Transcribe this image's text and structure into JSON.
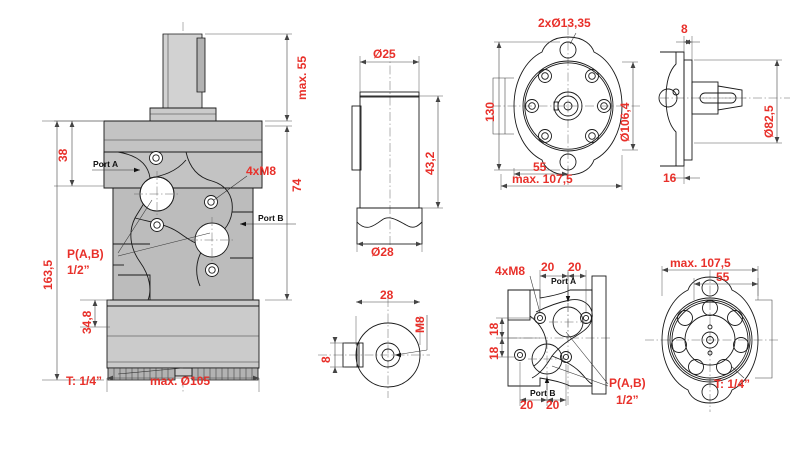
{
  "drawing": {
    "title": "Hydraulic orbital motor technical drawing",
    "background_color": "#ffffff",
    "dimension_color": "#e8302a",
    "line_color": "#1a1a1a",
    "body_color": "#c3c3c3"
  },
  "views": {
    "front": {
      "name": "front-elevation-view",
      "dimensions": {
        "max_55": "max. 55",
        "d38": "38",
        "d74": "74",
        "d163_5": "163,5",
        "d34_8": "34,8",
        "max_d105": "max. Ø105"
      },
      "labels": {
        "port_a": "Port A",
        "port_b": "Port B",
        "four_m8": "4xM8",
        "p_ab": "P(A,B)",
        "p_ab_size": "1/2”",
        "t_port": "T: 1/4”"
      }
    },
    "shaft": {
      "name": "shaft-section-view",
      "dimensions": {
        "d25": "Ø25",
        "d43_2": "43,2",
        "d28": "Ø28"
      }
    },
    "flange_top": {
      "name": "top-flange-plan-view",
      "dimensions": {
        "two_x_d13_35": "2xØ13,35",
        "d130": "130",
        "d106_4": "Ø106,4",
        "d55": "55",
        "max_107_5": "max. 107,5"
      }
    },
    "side_right": {
      "name": "right-side-section-view",
      "dimensions": {
        "d8": "8",
        "d82_5": "Ø82,5",
        "d16": "16"
      }
    },
    "shaft_end": {
      "name": "shaft-end-view",
      "dimensions": {
        "d28": "28",
        "d8": "8",
        "m8": "M8"
      }
    },
    "ports_view": {
      "name": "port-face-view",
      "dimensions": {
        "top_20_a": "20",
        "top_20_b": "20",
        "left_18_a": "18",
        "left_18_b": "18",
        "bot_20_a": "20",
        "bot_20_b": "20"
      },
      "labels": {
        "four_m8": "4xM8",
        "port_a": "Port A",
        "port_b": "Port B",
        "p_ab": "P(A,B)",
        "p_ab_size": "1/2”"
      }
    },
    "flange_bottom": {
      "name": "bottom-flange-plan-view",
      "dimensions": {
        "max_107_5": "max. 107,5",
        "d55": "55"
      },
      "labels": {
        "t_port": "T: 1/4”"
      }
    }
  }
}
